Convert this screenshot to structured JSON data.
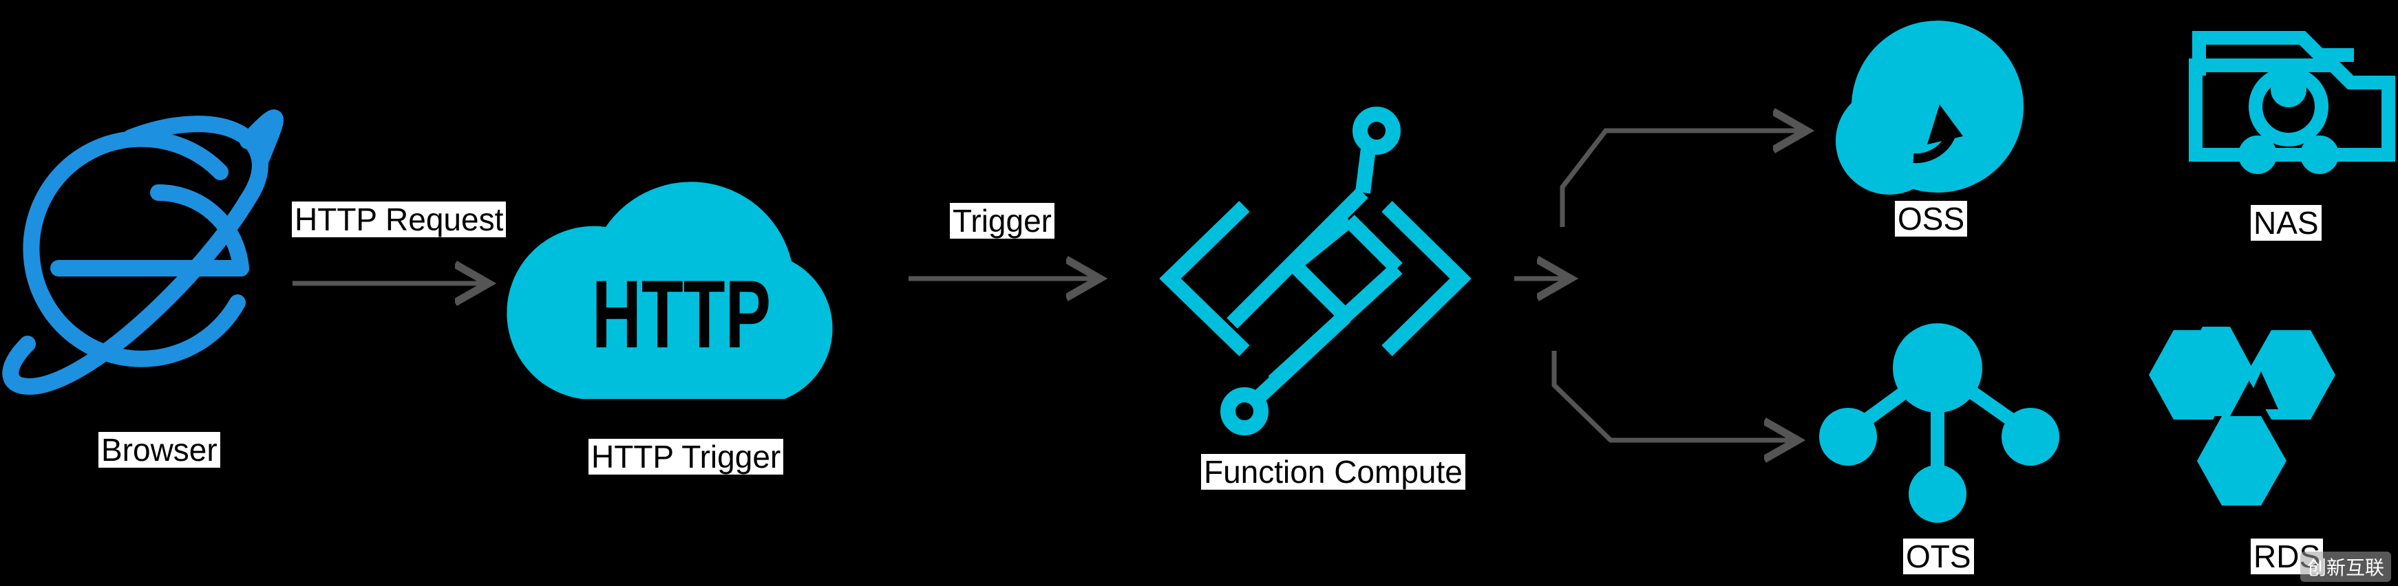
{
  "colors": {
    "icon": "#00BFDD",
    "browser": "#1E90E0",
    "arrow": "#555555",
    "background": "#000000",
    "label_bg": "#FFFFFF"
  },
  "labels": {
    "browser": "Browser",
    "http_request": "HTTP Request",
    "http_trigger": "HTTP Trigger",
    "http_icon_text": "HTTP",
    "trigger": "Trigger",
    "function_compute": "Function Compute",
    "oss": "OSS",
    "nas": "NAS",
    "ots": "OTS",
    "rds": "RDS"
  },
  "icons": {
    "browser": "browser-globe-icon",
    "http_trigger": "http-cloud-icon",
    "function_compute": "function-compute-icon",
    "oss": "oss-cloud-upload-icon",
    "nas": "nas-folder-share-icon",
    "ots": "ots-network-node-icon",
    "rds": "rds-hexagon-icon"
  },
  "watermark": "创新互联"
}
